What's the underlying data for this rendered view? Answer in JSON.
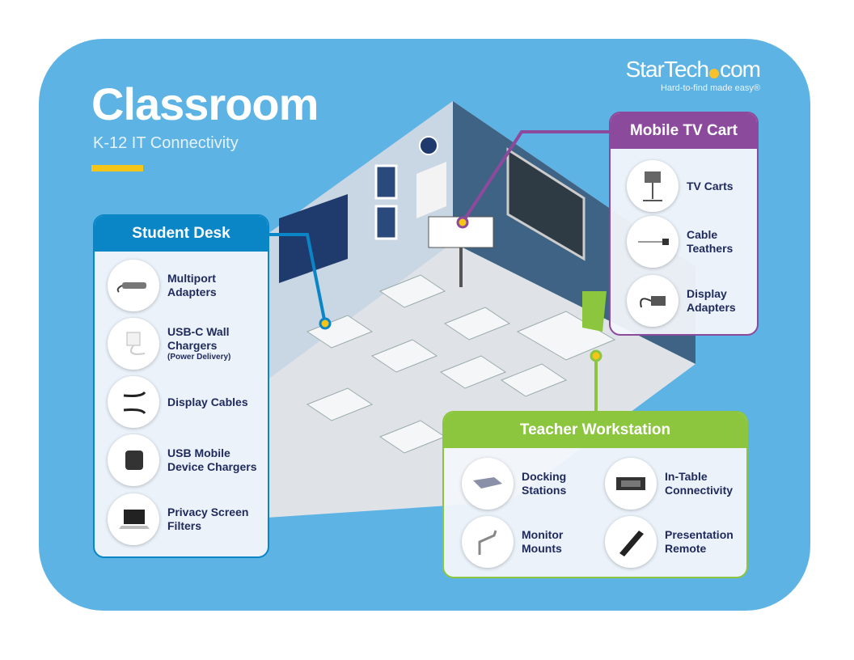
{
  "header": {
    "title": "Classroom",
    "subtitle": "K-12 IT Connectivity"
  },
  "logo": {
    "brand_part1": "StarTech",
    "brand_part2": "com",
    "tagline": "Hard-to-find made easy®"
  },
  "colors": {
    "background": "#5db3e4",
    "student": "#0a85c6",
    "tv": "#8b4a9c",
    "teacher": "#8cc63f",
    "accent": "#f5c518"
  },
  "student_desk": {
    "title": "Student Desk",
    "items": [
      {
        "label": "Multiport Adapters",
        "icon": "multiport-adapter-icon"
      },
      {
        "label": "USB-C Wall Chargers",
        "note": "(Power Delivery)",
        "icon": "wall-charger-icon"
      },
      {
        "label": "Display Cables",
        "icon": "hdmi-cable-icon"
      },
      {
        "label": "USB Mobile Device Chargers",
        "icon": "usb-charger-icon"
      },
      {
        "label": "Privacy Screen Filters",
        "icon": "privacy-filter-icon"
      }
    ]
  },
  "mobile_tv_cart": {
    "title": "Mobile TV Cart",
    "items": [
      {
        "label": "TV Carts",
        "icon": "tv-cart-icon"
      },
      {
        "label": "Cable Teathers",
        "icon": "cable-tether-icon"
      },
      {
        "label": "Display Adapters",
        "icon": "display-adapter-icon"
      }
    ]
  },
  "teacher_workstation": {
    "title": "Teacher Workstation",
    "items": [
      {
        "label": "Docking Stations",
        "icon": "docking-station-icon"
      },
      {
        "label": "In-Table Connectivity",
        "icon": "in-table-icon"
      },
      {
        "label": "Monitor Mounts",
        "icon": "monitor-mount-icon"
      },
      {
        "label": "Presentation Remote",
        "icon": "presentation-remote-icon"
      }
    ]
  }
}
